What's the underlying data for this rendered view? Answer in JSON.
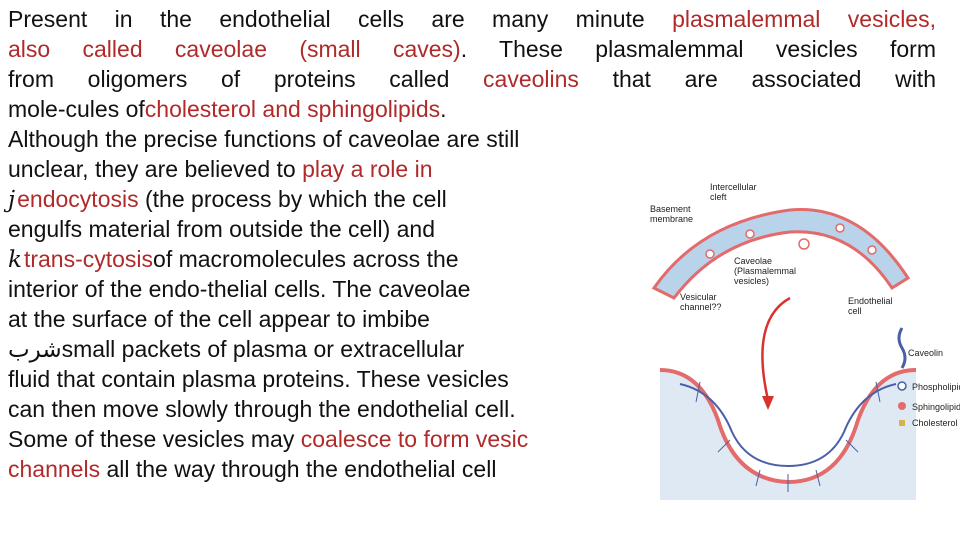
{
  "paragraph1": {
    "l1a": "Present in the endothelial cells are many minute ",
    "l1b": "plasmalemmal vesicles,",
    "l2a": "also called caveolae (small caves)",
    "l2b": ". These plasmalemmal vesicles form",
    "l3a": "from oligomers of proteins called ",
    "l3b": "caveolins",
    "l3c": " that are associated with",
    "l4a": "mole-cules of",
    "l4b": "cholesterol and sphingolipids",
    "l4c": "."
  },
  "paragraph2": {
    "l5": "Although the precise functions of caveolae are still",
    "l6a": " unclear, they are believed to ",
    "l6b": "play a role in",
    "bullet1": "j",
    "l7a": "endocytosis",
    "l7b": " (the process by which the cell",
    "l8": "engulfs material from outside the cell) and",
    "bullet2": "k",
    "l9a": "trans-cytosis",
    "l9b": "of macromolecules across the",
    "l10": "interior of the endo-thelial cells. The caveolae",
    "l11": "at the surface of the cell appear to imbibe",
    "l12a": "شرب",
    "l12b": "small packets of plasma or extracellular",
    "l13": "fluid that contain plasma proteins. These vesicles",
    "l14": "can then move slowly through the endothelial cell.",
    "l15a": "Some of these vesicles may ",
    "l15b": "coalesce to form vesic",
    "l16a": "channels",
    "l16b": " all the way through the endothelial cell"
  },
  "figure": {
    "labels": {
      "intercellular_cleft": "Intercellular\ncleft",
      "basement_membrane": "Basement\nmembrane",
      "caveolae": "Caveolae\n(Plasmalemmal\nvesicles)",
      "vesicular_channel": "Vesicular\nchannel??",
      "endothelial_cell": "Endothelial\ncell"
    },
    "legend": {
      "caveolin": "Caveolin",
      "phospholipid": "Phospholipid",
      "sphingolipid": "Sphingolipid",
      "cholesterol": "Cholesterol"
    },
    "colors": {
      "membrane": "#e36b6b",
      "cytoplasm": "#b9d3ea",
      "arrow": "#d9322e",
      "caveolin": "#4a5fa8"
    }
  }
}
